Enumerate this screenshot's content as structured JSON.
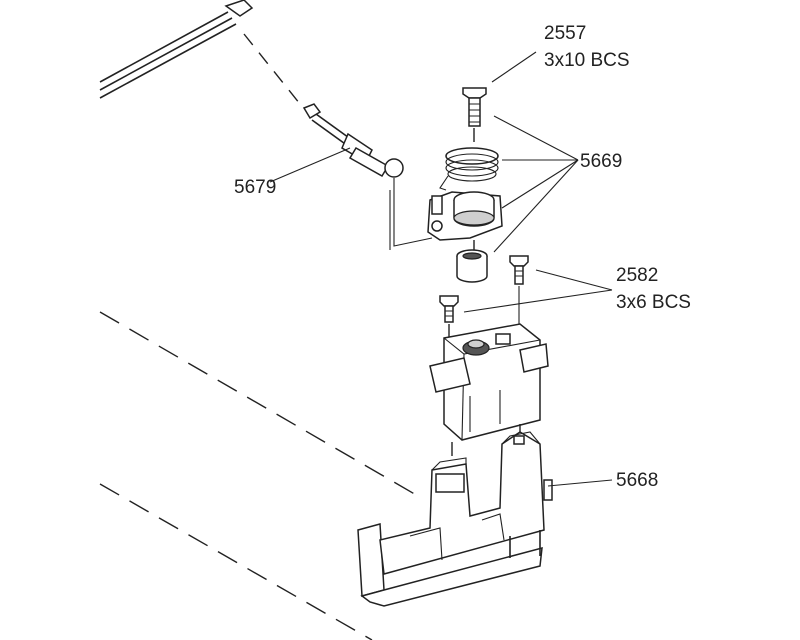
{
  "callouts": [
    {
      "id": "screw-top",
      "number": "2557",
      "spec": "3x10 BCS"
    },
    {
      "id": "servo-saver",
      "number": "5669",
      "spec": ""
    },
    {
      "id": "push-rod",
      "number": "5679",
      "spec": ""
    },
    {
      "id": "servo-screws",
      "number": "2582",
      "spec": "3x6 BCS"
    },
    {
      "id": "servo-mount",
      "number": "5668",
      "spec": ""
    }
  ]
}
